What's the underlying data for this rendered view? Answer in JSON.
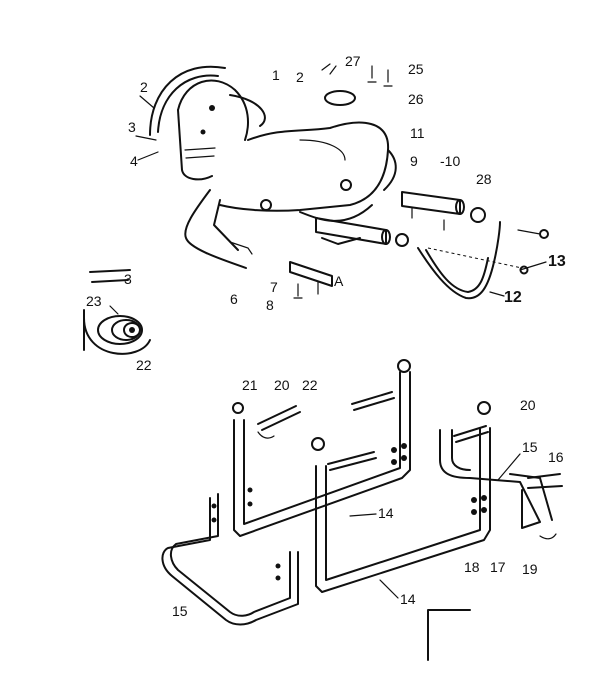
{
  "labels": {
    "l27": "27",
    "l25": "25",
    "l26": "26",
    "l11": "11",
    "l9": "9",
    "l10": "-10",
    "l28": "28",
    "l13": "13",
    "l12": "12",
    "l2a": "2",
    "l1": "1",
    "l2b": "2",
    "l3": "3",
    "l4": "4",
    "lA": "A",
    "l6": "6",
    "l7": "7",
    "l8": "8",
    "l3b": "3",
    "l23": "23",
    "l22": "22",
    "l21": "21",
    "l20a": "20",
    "l22b": "22",
    "l20b": "20",
    "l15a": "15",
    "l16": "16",
    "l14a": "14",
    "l17": "17",
    "l18": "18",
    "l19": "19",
    "l14b": "14",
    "l15b": "15"
  }
}
